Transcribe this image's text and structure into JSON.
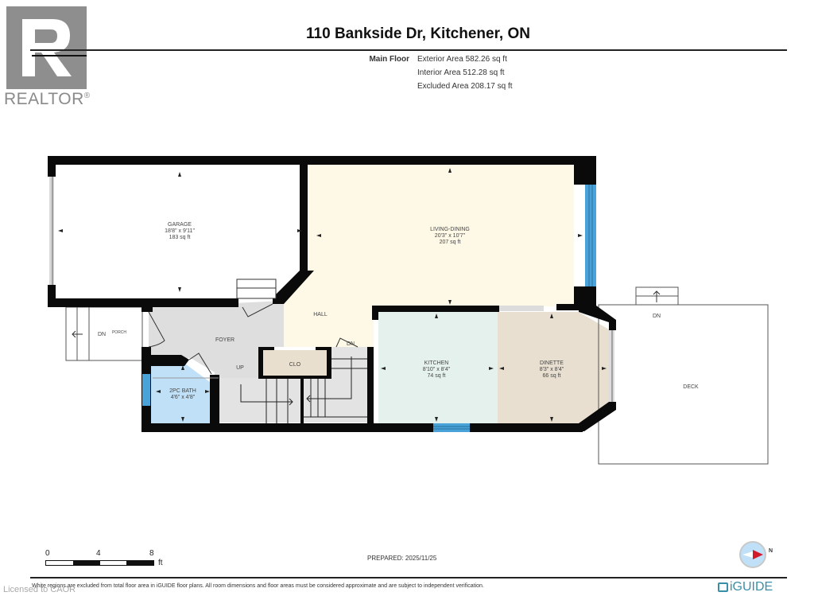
{
  "logo": {
    "letter": "R",
    "text": "REALTOR",
    "mark": "®"
  },
  "header": {
    "title": "110 Bankside Dr, Kitchener, ON",
    "floor_label": "Main Floor",
    "areas": [
      "Exterior Area 582.26 sq ft",
      "Interior Area 512.28 sq ft",
      "Excluded Area 208.17 sq ft"
    ]
  },
  "rooms": {
    "garage": {
      "name": "GARAGE",
      "dims": "18'8\" x 9'11\"",
      "area": "183 sq ft",
      "color": "#ffffff"
    },
    "living_dining": {
      "name": "LIVING-DINING",
      "dims": "20'3\" x 10'7\"",
      "area": "207 sq ft",
      "color": "#fef9e6"
    },
    "hall": {
      "name": "HALL",
      "color": "#fef9e6"
    },
    "foyer": {
      "name": "FOYER",
      "color": "#dedede"
    },
    "clo": {
      "name": "CLO",
      "color": "#e9dfce"
    },
    "bath": {
      "name": "2PC BATH",
      "dims": "4'6\" x 4'8\"",
      "color": "#bfe0f7"
    },
    "kitchen": {
      "name": "KITCHEN",
      "dims": "8'10\" x 8'4\"",
      "area": "74 sq ft",
      "color": "#e5f1ec"
    },
    "dinette": {
      "name": "DINETTE",
      "dims": "8'3\" x 8'4\"",
      "area": "66 sq ft",
      "color": "#e8dfd0"
    },
    "deck": {
      "name": "DECK",
      "color": "#ffffff"
    }
  },
  "annotations": {
    "porch_dn": "DN",
    "porch": "PORCH",
    "deck_dn": "DN",
    "stair_up": "UP",
    "stair_dn": "DN"
  },
  "scale": {
    "ticks": [
      "0",
      "4",
      "8"
    ],
    "unit": "ft"
  },
  "prepared": "PREPARED: 2025/11/25",
  "compass": {
    "north_label": "N"
  },
  "footer": {
    "disclaimer": "White regions are excluded from total floor area in iGUIDE floor plans. All room dimensions and floor areas must be considered approximate and are subject to independent verification.",
    "brand": "iGUIDE",
    "watermark": "Licensed to CAOR"
  },
  "colors": {
    "wall": "#0a0a0a",
    "window": "#4aa3d8",
    "brand": "#3a8fa8"
  }
}
